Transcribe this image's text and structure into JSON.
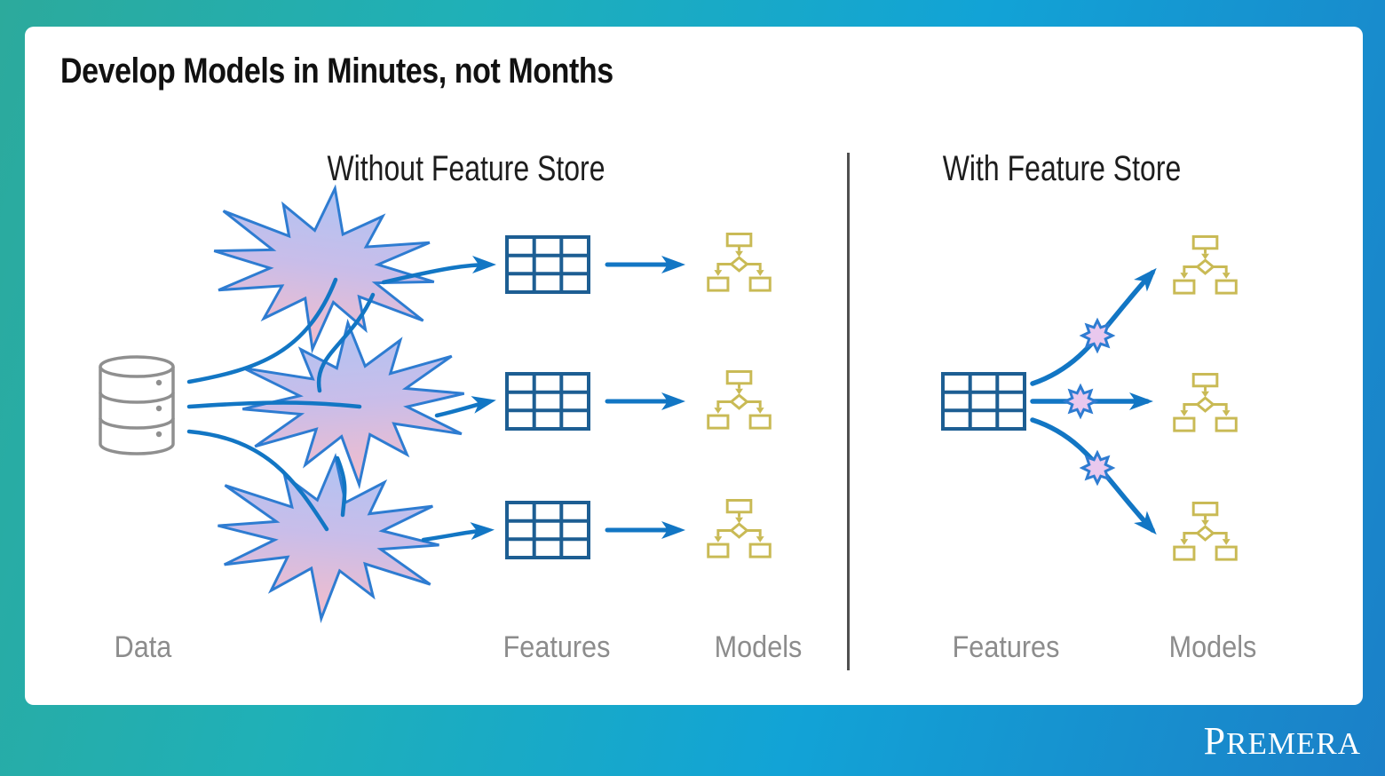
{
  "slide": {
    "title": "Develop Models in Minutes, not Months",
    "panels": {
      "left": {
        "heading": "Without Feature Store",
        "label_data": "Data",
        "label_features": "Features",
        "label_models": "Models"
      },
      "right": {
        "heading": "With Feature Store",
        "label_features": "Features",
        "label_models": "Models"
      }
    },
    "brand": "PREMERA"
  },
  "icons": {
    "database-icon": "gray stacked-cylinder database",
    "feature-table-icon": "blue 3x3 grid table",
    "model-flowchart-icon": "gold decision-tree flowchart",
    "burst-icon": "large spiky star burst with blue-to-pink gradient",
    "mini-burst-icon": "small spiky burst on arrow",
    "arrow-icon": "blue arrow connector"
  },
  "colors": {
    "frame_teal": "#2caa9c",
    "frame_cyan": "#12a3d6",
    "frame_blue": "#1b80c8",
    "slide_bg": "#ffffff",
    "title_text": "#111111",
    "heading_text": "#1d1d1d",
    "label_text": "#8c8c8c",
    "arrow_blue": "#1276c4",
    "table_blue": "#1d5e93",
    "model_gold": "#c9ba55",
    "burst_fill_top": "#aec4f4",
    "burst_fill_bottom": "#f5bdca",
    "burst_stroke": "#2e7cd1",
    "mini_burst_fill": "#e9c8ee",
    "database_gray": "#8f8f8f",
    "divider_gray": "#505050",
    "brand_text": "#ffffff"
  }
}
